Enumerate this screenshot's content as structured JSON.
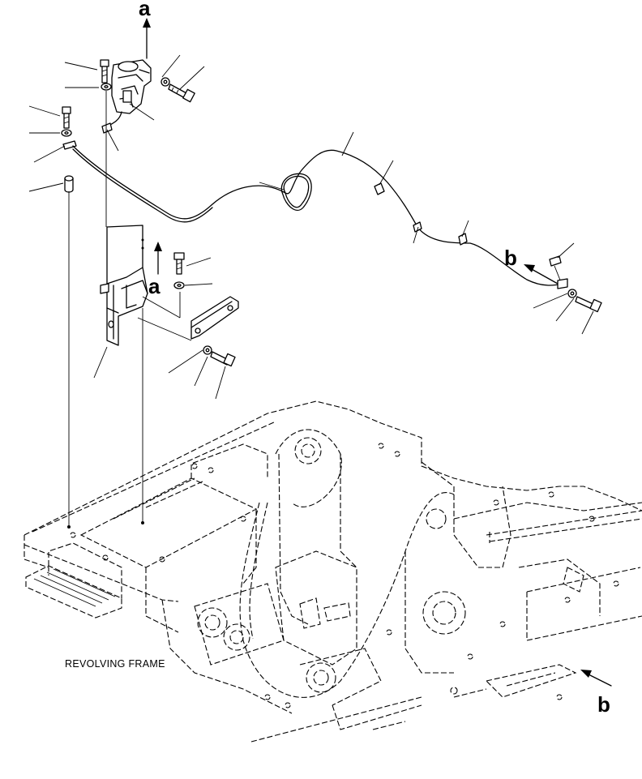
{
  "diagram": {
    "caption": "REVOLVING FRAME",
    "reference_marks": {
      "a_top": "a",
      "a_mid": "a",
      "b_upper": "b",
      "b_lower": "b"
    },
    "colors": {
      "line": "#000000",
      "background": "#ffffff"
    }
  }
}
